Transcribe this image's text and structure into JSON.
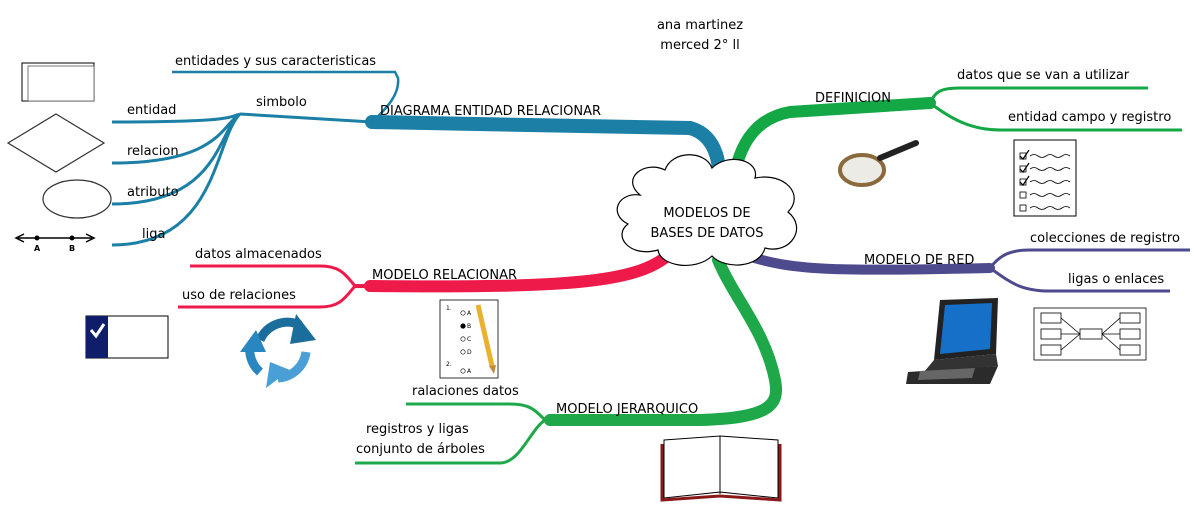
{
  "author": {
    "line1": "ana martinez",
    "line2": "merced 2° ll"
  },
  "center": {
    "line1": "MODELOS DE",
    "line2": "BASES DE DATOS"
  },
  "colors": {
    "diagram": "#1b7fa6",
    "definition": "#13a845",
    "relational": "#ee1a4a",
    "network": "#4e4a8e",
    "hierarchical": "#1ea84a"
  },
  "branches": {
    "diagram": {
      "title": "DIAGRAMA ENTIDAD RELACIONAR",
      "sub": "entidades y sus caracteristicas",
      "symbol": "simbolo",
      "items": [
        "entidad",
        "relacion",
        "atributo",
        "liga"
      ],
      "liga_points": [
        "A",
        "B"
      ]
    },
    "definition": {
      "title": "DEFINICION",
      "items": [
        "datos que se van a utilizar",
        "entidad campo y registro"
      ]
    },
    "network": {
      "title": "MODELO DE RED",
      "items": [
        "colecciones de registro",
        "ligas o enlaces"
      ]
    },
    "relational": {
      "title": "MODELO RELACIONAR",
      "items": [
        "datos almacenados",
        "uso de relaciones"
      ]
    },
    "hierarchical": {
      "title": "MODELO JERARQUICO",
      "items": [
        "ralaciones datos",
        "registros y ligas",
        "conjunto de árboles"
      ]
    }
  },
  "quiz": {
    "q1": "1.",
    "q2": "2.",
    "options": [
      "A",
      "B",
      "C",
      "D",
      "A"
    ]
  }
}
